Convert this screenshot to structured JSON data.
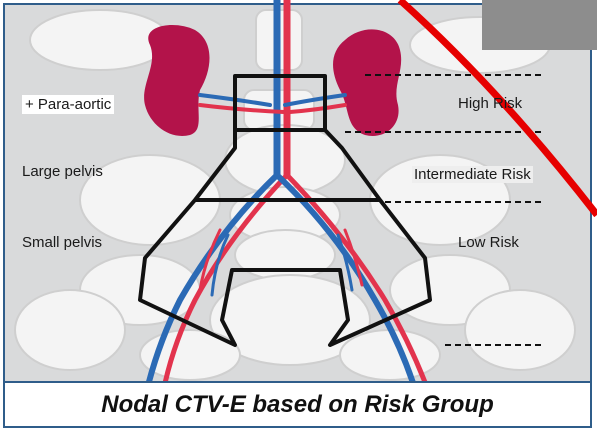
{
  "labels": {
    "para_aortic": "+ Para-aortic",
    "large_pelvis": "Large pelvis",
    "small_pelvis": "Small pelvis",
    "high_risk": "High Risk",
    "intermediate_risk": "Intermediate Risk",
    "low_risk": "Low Risk"
  },
  "caption": "Nodal CTV-E based on Risk Group",
  "colors": {
    "kidney": "#b3134a",
    "artery": "#e2334d",
    "vein": "#2b6ab5",
    "outline": "#111111",
    "bone": "#f5f5f5",
    "annotation": "#e60000",
    "frame": "#2f5d8a"
  },
  "icons": {
    "kidney_left": "kidney-icon",
    "kidney_right": "kidney-icon"
  }
}
